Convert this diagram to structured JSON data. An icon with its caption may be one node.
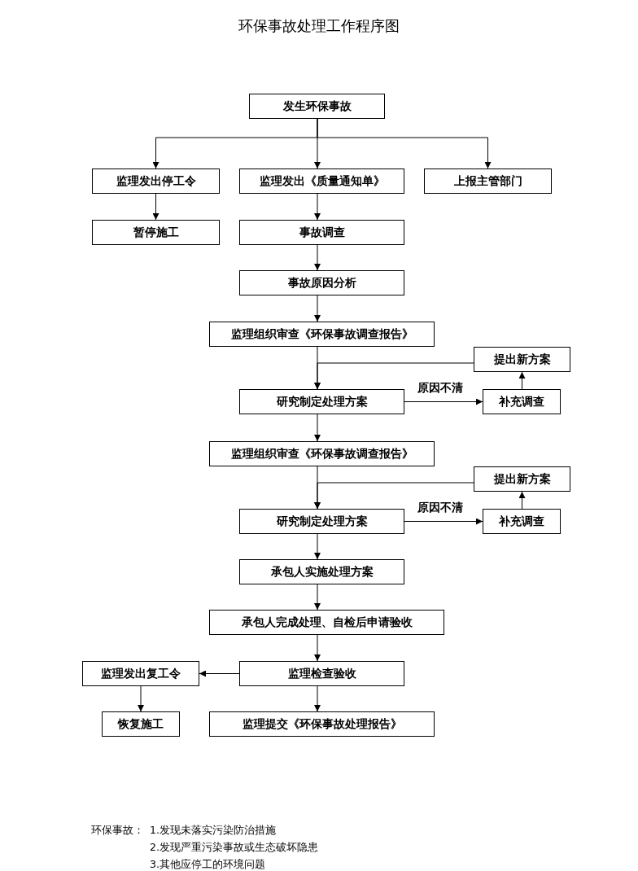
{
  "diagram": {
    "title": "环保事故处理工作程序图",
    "nodes": [
      {
        "text": [
          "发生环保事故"
        ]
      },
      {
        "text": [
          "监理发出停工令"
        ]
      },
      {
        "text": [
          "监理发出《质量通知单》"
        ]
      },
      {
        "text": [
          "上报主管部门"
        ]
      },
      {
        "text": [
          "暂停施工"
        ]
      },
      {
        "text": [
          "事故调查"
        ]
      },
      {
        "text": [
          "事故原因分析"
        ]
      },
      {
        "text": [
          "监理组织审查《环保事故调查报告》"
        ]
      },
      {
        "text": [
          "提出新方案"
        ]
      },
      {
        "text": [
          "研究制定处理方案"
        ]
      },
      {
        "text": [
          "补充调查"
        ]
      },
      {
        "text": [
          "监理组织审查《环保事故调查报告》"
        ]
      },
      {
        "text": [
          "提出新方案"
        ]
      },
      {
        "text": [
          "研究制定处理方案"
        ]
      },
      {
        "text": [
          "补充调查"
        ]
      },
      {
        "text": [
          "承包人实施处理方案"
        ]
      },
      {
        "text": [
          "承包人完成处理、自检后申请验收"
        ]
      },
      {
        "text": [
          "监理检查验收"
        ]
      },
      {
        "text": [
          "监理发出复工令"
        ]
      },
      {
        "text": [
          "恢复施工"
        ]
      },
      {
        "text": [
          "监理提交《环保事故处理报告》"
        ]
      }
    ],
    "edges": [
      {
        "from": 0,
        "to": 1,
        "arrow": "to"
      },
      {
        "from": 0,
        "to": 2,
        "arrow": "to"
      },
      {
        "from": 0,
        "to": 3,
        "arrow": "to"
      },
      {
        "from": 1,
        "to": 4,
        "arrow": "to"
      },
      {
        "from": 2,
        "to": 5,
        "arrow": "to"
      },
      {
        "from": 5,
        "to": 6,
        "arrow": "to"
      },
      {
        "from": 6,
        "to": 7,
        "arrow": "to"
      },
      {
        "from": 7,
        "to": 9,
        "arrow": "to"
      },
      {
        "from": 9,
        "to": 10,
        "label": "原因不清",
        "arrow": "to"
      },
      {
        "from": 10,
        "to": 8,
        "arrow": "to"
      },
      {
        "from": 8,
        "to": 9,
        "arrow": "to"
      },
      {
        "from": 9,
        "to": 11,
        "arrow": "to"
      },
      {
        "from": 11,
        "to": 13,
        "arrow": "to"
      },
      {
        "from": 13,
        "to": 14,
        "label": "原因不清",
        "arrow": "to"
      },
      {
        "from": 14,
        "to": 12,
        "arrow": "to"
      },
      {
        "from": 12,
        "to": 13,
        "arrow": "to"
      },
      {
        "from": 13,
        "to": 15,
        "arrow": "to"
      },
      {
        "from": 15,
        "to": 16,
        "arrow": "to"
      },
      {
        "from": 16,
        "to": 17,
        "arrow": "to"
      },
      {
        "from": 17,
        "to": 18,
        "arrow": "to"
      },
      {
        "from": 18,
        "to": 19,
        "arrow": "to"
      },
      {
        "from": 17,
        "to": 20,
        "arrow": "to"
      }
    ],
    "labels": [
      "环保事故：",
      "1.发现未落实污染防治措施",
      "2.发现严重污染事故或生态破坏隐患",
      "3.其他应停工的环境问题"
    ]
  }
}
